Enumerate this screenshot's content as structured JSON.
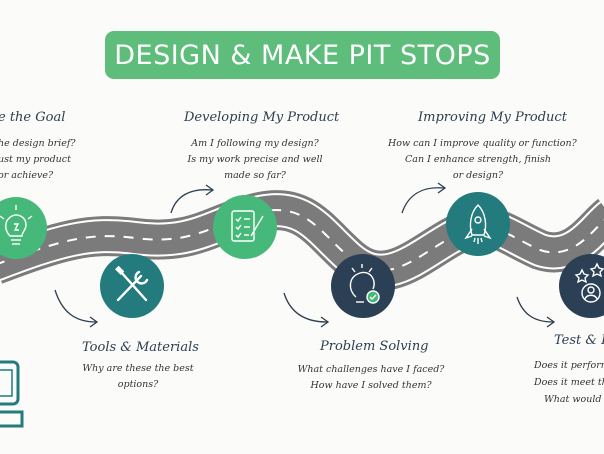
{
  "title": "DESIGN & MAKE PIT STOPS",
  "colors": {
    "title_bg": "#5ebd7a",
    "road": "#7b7b7b",
    "road_edge": "#ffffff",
    "green": "#46b97a",
    "teal": "#237b7d",
    "slate": "#2b3f55"
  },
  "stops": [
    {
      "id": "goal",
      "heading": "e the Goal",
      "questions": [
        "he design brief?",
        "ust my product",
        "or achieve?"
      ],
      "icon": "lightbulb-icon"
    },
    {
      "id": "tools",
      "heading": "Tools & Materials",
      "questions": [
        "Why are these the best",
        "options?"
      ],
      "icon": "tools-icon"
    },
    {
      "id": "developing",
      "heading": "Developing My Product",
      "questions": [
        "Am I following my design?",
        "Is my work precise and well",
        "made so far?"
      ],
      "icon": "checklist-icon"
    },
    {
      "id": "problem",
      "heading": "Problem Solving",
      "questions": [
        "What challenges have I faced?",
        "How have I solved them?"
      ],
      "icon": "bulb-check-icon"
    },
    {
      "id": "improving",
      "heading": "Improving My Product",
      "questions": [
        "How can I improve quality or function?",
        "Can I enhance strength, finish",
        "or design?"
      ],
      "icon": "rocket-icon"
    },
    {
      "id": "test",
      "heading": "Test & E",
      "questions": [
        "Does it perform",
        "Does it meet the",
        "What would I"
      ],
      "icon": "stars-person-icon"
    }
  ]
}
